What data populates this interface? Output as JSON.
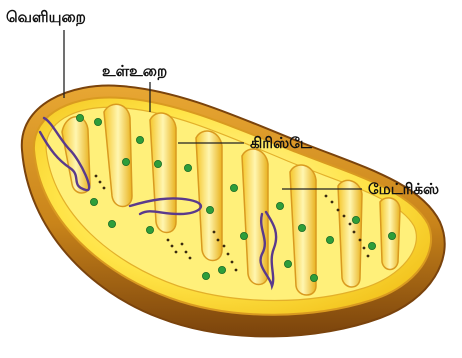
{
  "diagram": {
    "labels": {
      "outer_membrane": "வெளியுறை",
      "inner_membrane": "உள்உறை",
      "cristae": "கிரிஸ்டே",
      "matrix": "மேட்ரிக்ஸ்"
    },
    "colors": {
      "outer_shell": "#c9841a",
      "outer_shell_dark": "#8a4f10",
      "inner_fill": "#ffe24a",
      "inner_fill_light": "#fff39a",
      "cristae_edge": "#d99a20",
      "dna_strand": "#5a3a8c",
      "ribosome": "#2e9e3a",
      "granule": "#3a2a10",
      "leader_line": "#222222"
    }
  }
}
